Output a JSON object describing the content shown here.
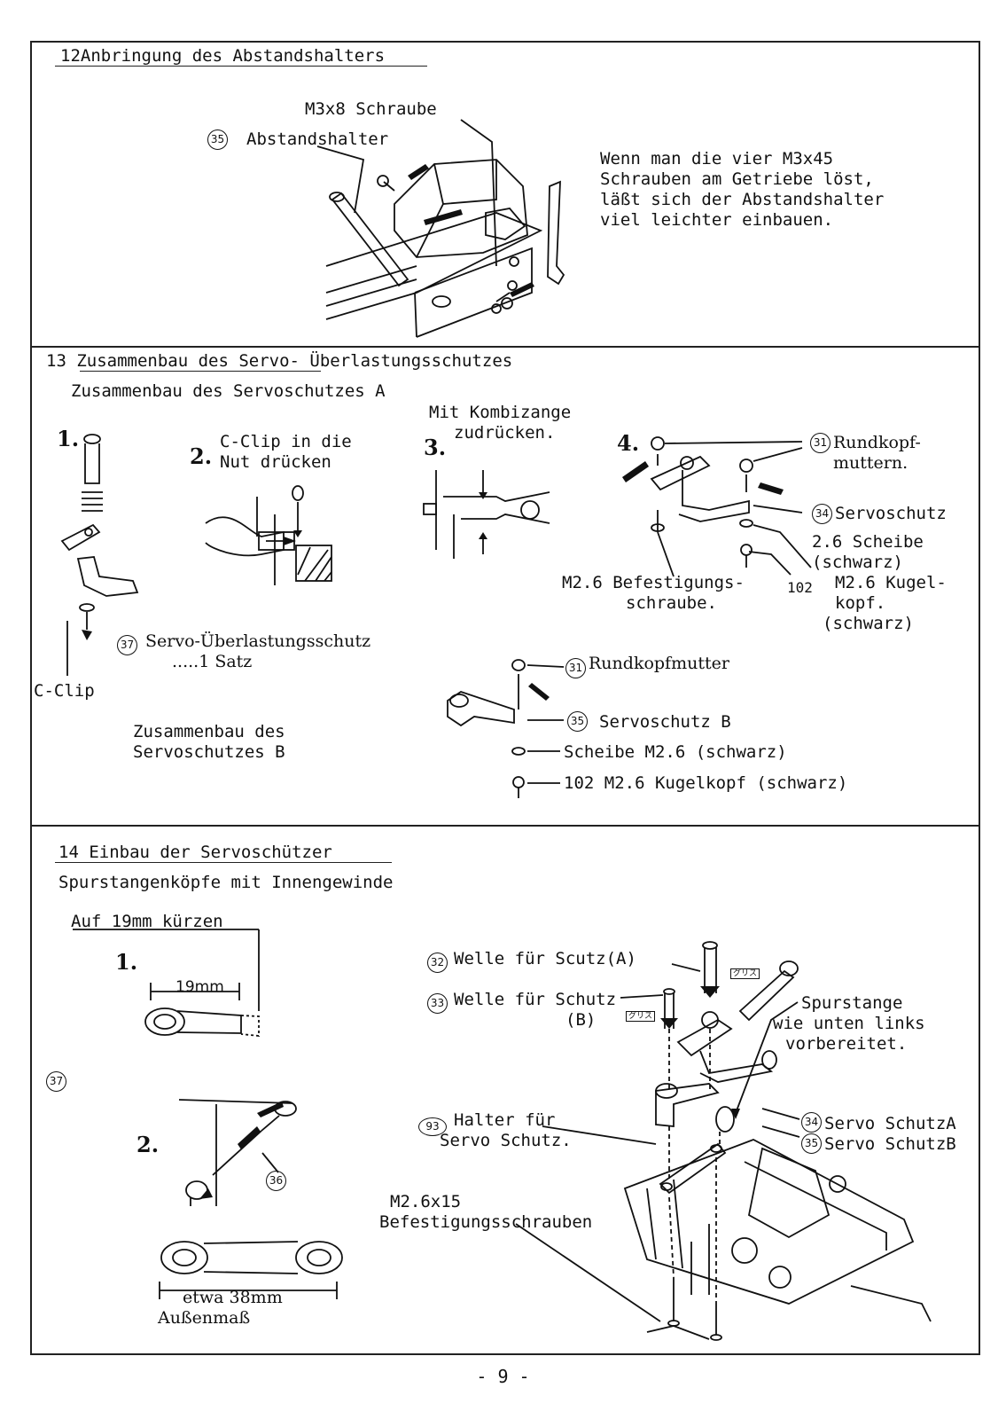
{
  "s12": {
    "title": "12Anbringung des Abstandshalters",
    "screw": "M3x8 Schraube",
    "part_no": "35",
    "spacer": "Abstandshalter",
    "note": [
      "Wenn man die vier M3x45",
      "Schrauben am Getriebe löst,",
      "läßt sich der Abstandshalter",
      "viel leichter einbauen."
    ]
  },
  "s13": {
    "title": "13 Zusammenbau des Servo- Überlastungsschutzes",
    "subtitle_a": "Zusammenbau des Servoschutzes A",
    "step1": "1.",
    "step2": "2.",
    "step2_text": [
      "C-Clip in die",
      "Nut drücken"
    ],
    "step3": "3.",
    "step3_text": [
      "Mit Kombizange",
      "zudrücken."
    ],
    "step4": "4.",
    "nut_no": "31",
    "nut": [
      "Rundkopf-",
      "muttern."
    ],
    "servo_no": "34",
    "servo": "Servoschutz",
    "washer": [
      "2.6 Scheibe",
      "(schwarz)"
    ],
    "screw": [
      "M2.6 Befestigungs-",
      "schraube."
    ],
    "ball_no": "102",
    "ball": [
      "M2.6 Kugel-",
      "kopf.",
      "(schwarz)"
    ],
    "overload_no": "37",
    "overload": [
      "Servo-Überlastungsschutz",
      ".....1 Satz"
    ],
    "cclip": "C-Clip",
    "subtitle_b": [
      "Zusammenbau des",
      "Servoschutzes B"
    ],
    "b_nut_no": "31",
    "b_nut": "Rundkopfmutter",
    "b_servo_no": "35",
    "b_servo": "Servoschutz B",
    "b_washer": "Scheibe M2.6 (schwarz)",
    "b_ball": "102 M2.6 Kugelkopf (schwarz)"
  },
  "s14": {
    "title": "14 Einbau der Servoschützer",
    "subtitle": "Spurstangenköpfe mit Innengewinde",
    "cut": "Auf 19mm kürzen",
    "step1": "1.",
    "dim19": "19mm",
    "part37": "37",
    "step2": "2.",
    "part36": "36",
    "dim38": [
      "etwa 38mm",
      "Außenmaß"
    ],
    "shaft_a_no": "32",
    "shaft_a": "Welle für Scutz(A)",
    "shaft_b_no": "33",
    "shaft_b": [
      "Welle für Schutz",
      "(B)"
    ],
    "tierod": [
      "Spurstange",
      "wie unten links",
      "vorbereitet."
    ],
    "holder_no": "93",
    "holder": [
      "Halter für",
      "Servo Schutz."
    ],
    "sa_no": "34",
    "sa": "Servo SchutzA",
    "sb_no": "35",
    "sb": "Servo SchutzB",
    "screws": [
      "M2.6x15",
      "Befestigungsschrauben"
    ],
    "grease": "グリス"
  },
  "page": "- 9 -"
}
